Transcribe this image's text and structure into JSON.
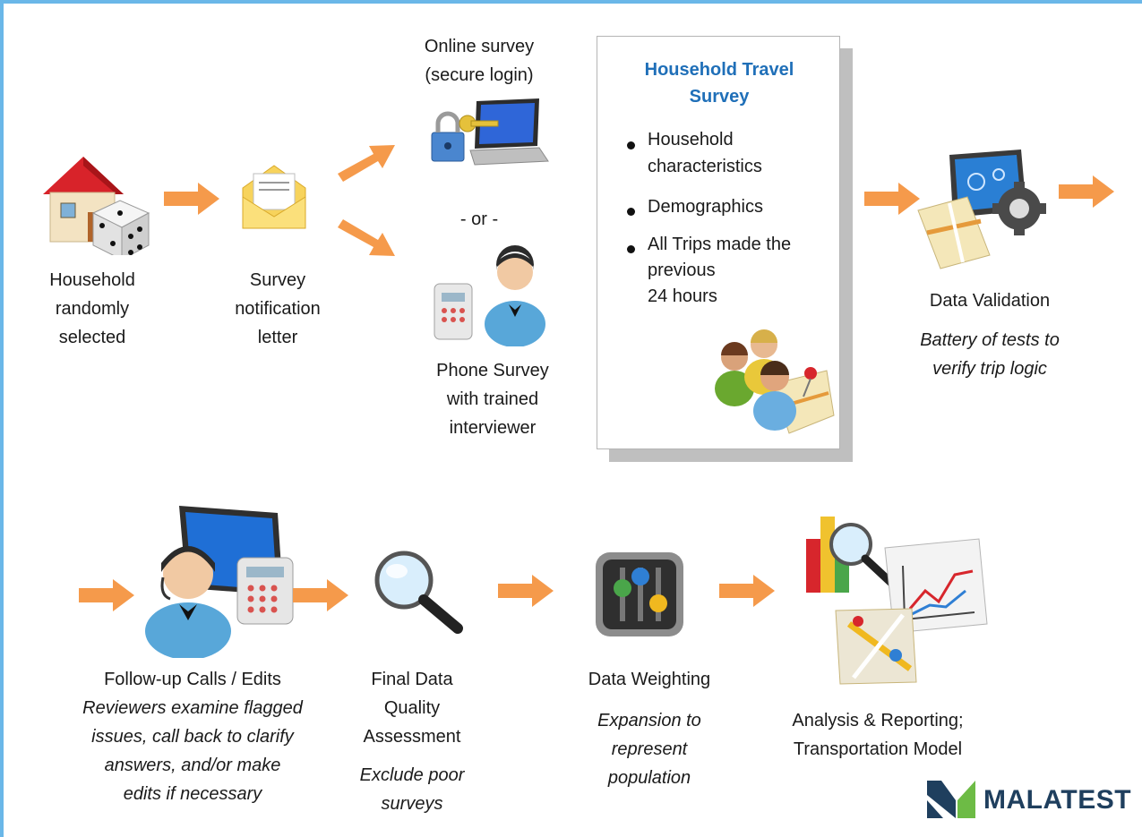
{
  "steps": {
    "household": {
      "label": "Household\nrandomly\nselected"
    },
    "notification": {
      "label": "Survey\nnotification\nletter"
    },
    "online": {
      "label": "Online survey\n(secure login)"
    },
    "or": {
      "label": "- or -"
    },
    "phone": {
      "label": "Phone Survey\nwith trained\ninterviewer"
    },
    "validation": {
      "label": "Data Validation",
      "note": "Battery of tests to\nverify trip logic"
    },
    "followup": {
      "label": "Follow-up Calls / Edits",
      "note": "Reviewers examine flagged\nissues, call back to clarify\nanswers, and/or make\nedits if necessary"
    },
    "quality": {
      "label": "Final Data\nQuality\nAssessment",
      "note": "Exclude poor\nsurveys"
    },
    "weighting": {
      "label": "Data Weighting",
      "note": "Expansion to\nrepresent\npopulation"
    },
    "analysis": {
      "label": "Analysis & Reporting;\nTransportation Model"
    }
  },
  "card": {
    "title": "Household Travel\nSurvey",
    "bullets": [
      "Household\ncharacteristics",
      "Demographics",
      "All Trips made the\nprevious\n24 hours"
    ]
  },
  "logo": {
    "text": "MALATEST"
  },
  "colors": {
    "arrow": "#f59a4b",
    "frame": "#6ab7e8",
    "card_title": "#1f6fb8",
    "logo_dark": "#1f3f5e",
    "logo_green": "#6dbb45"
  }
}
